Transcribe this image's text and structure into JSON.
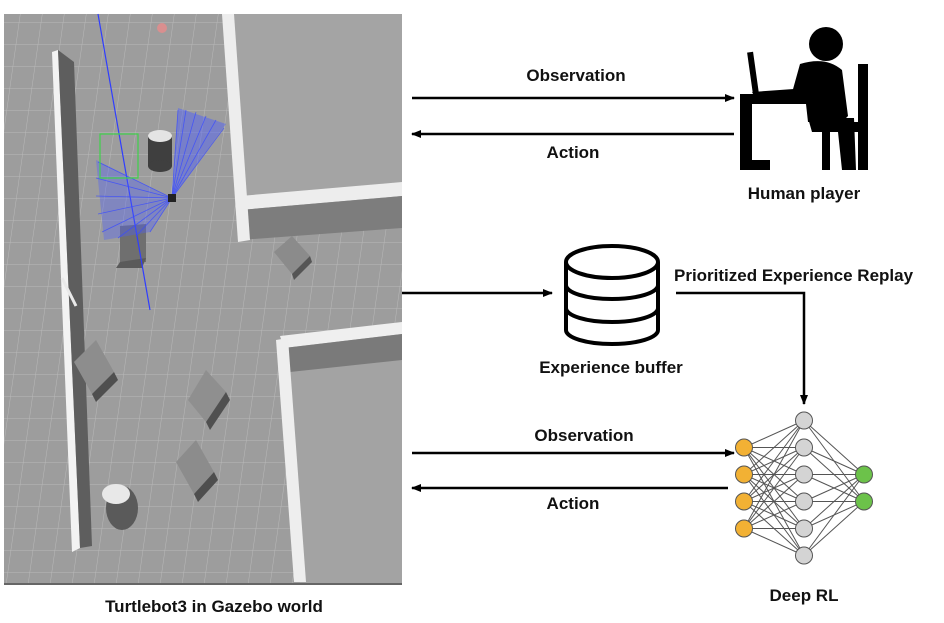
{
  "diagram": {
    "simulation": {
      "caption": "Turtlebot3 in Gazebo world",
      "colors": {
        "floor": "#9c9c9c",
        "grid": "#b8b8b8",
        "wall_top": "#f0f0f0",
        "wall_side": "#6e6e6e",
        "laser": "#2f3dff"
      }
    },
    "human_loop": {
      "observation_label": "Observation",
      "action_label": "Action",
      "player_label": "Human player",
      "icon": "person-at-desk-icon"
    },
    "buffer": {
      "label": "Experience buffer",
      "icon": "database-icon",
      "replay_label": "Prioritized Experience Replay"
    },
    "agent_loop": {
      "observation_label": "Observation",
      "action_label": "Action",
      "network_label": "Deep RL",
      "icon": "neural-network-icon",
      "layers": [
        4,
        6,
        2
      ],
      "colors": {
        "input": "#f2b134",
        "hidden": "#d4d4d4",
        "output": "#6cc24a",
        "edge": "#555555"
      }
    }
  }
}
